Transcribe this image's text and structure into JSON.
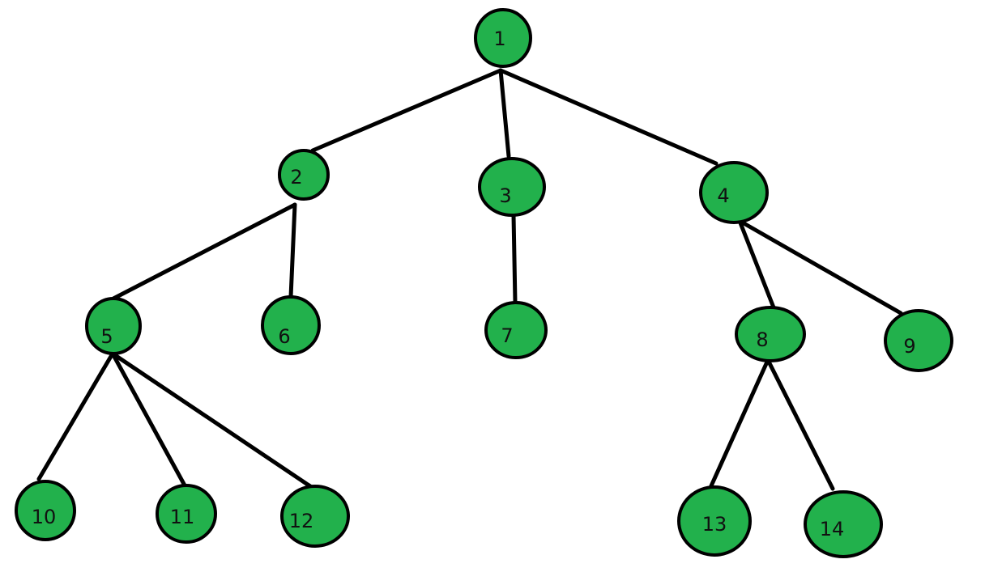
{
  "diagram": {
    "node_color": "#22b14c",
    "outline_color": "#000000",
    "nodes": [
      {
        "id": "1",
        "label": "1"
      },
      {
        "id": "2",
        "label": "2"
      },
      {
        "id": "3",
        "label": "3"
      },
      {
        "id": "4",
        "label": "4"
      },
      {
        "id": "5",
        "label": "5"
      },
      {
        "id": "6",
        "label": "6"
      },
      {
        "id": "7",
        "label": "7"
      },
      {
        "id": "8",
        "label": "8"
      },
      {
        "id": "9",
        "label": "9"
      },
      {
        "id": "10",
        "label": "10"
      },
      {
        "id": "11",
        "label": "11"
      },
      {
        "id": "12",
        "label": "12"
      },
      {
        "id": "13",
        "label": "13"
      },
      {
        "id": "14",
        "label": "14"
      }
    ],
    "edges": [
      {
        "from": "1",
        "to": "2"
      },
      {
        "from": "1",
        "to": "3"
      },
      {
        "from": "1",
        "to": "4"
      },
      {
        "from": "2",
        "to": "5"
      },
      {
        "from": "2",
        "to": "6"
      },
      {
        "from": "3",
        "to": "7"
      },
      {
        "from": "4",
        "to": "8"
      },
      {
        "from": "4",
        "to": "9"
      },
      {
        "from": "5",
        "to": "10"
      },
      {
        "from": "5",
        "to": "11"
      },
      {
        "from": "5",
        "to": "12"
      },
      {
        "from": "8",
        "to": "13"
      },
      {
        "from": "8",
        "to": "14"
      }
    ]
  }
}
